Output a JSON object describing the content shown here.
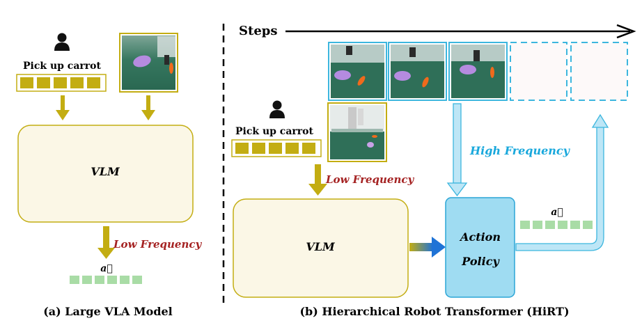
{
  "panel_a": {
    "instruction": "Pick up carrot",
    "model_label": "VLM",
    "frequency_label": "Low Frequency",
    "action_label": "a⃗",
    "caption": "(a) Large VLA Model"
  },
  "panel_b": {
    "steps_label": "Steps",
    "instruction": "Pick up carrot",
    "model_label": "VLM",
    "low_frequency_label": "Low Frequency",
    "high_frequency_label": "High Frequency",
    "policy_label_line1": "Action",
    "policy_label_line2": "Policy",
    "action_label": "a⃗",
    "caption": "(b) Hierarchical Robot Transformer (HiRT)"
  },
  "colors": {
    "olive": "#c3ad12",
    "olive_dark": "#a89510",
    "vlm_fill": "#fbf7e6",
    "red_text": "#a52323",
    "cyan": "#3cb6de",
    "cyan_fill": "#9fdcf2",
    "blue_text": "#19a8dc",
    "green_token": "#a9dca6",
    "table_green": "#2f6f58"
  }
}
